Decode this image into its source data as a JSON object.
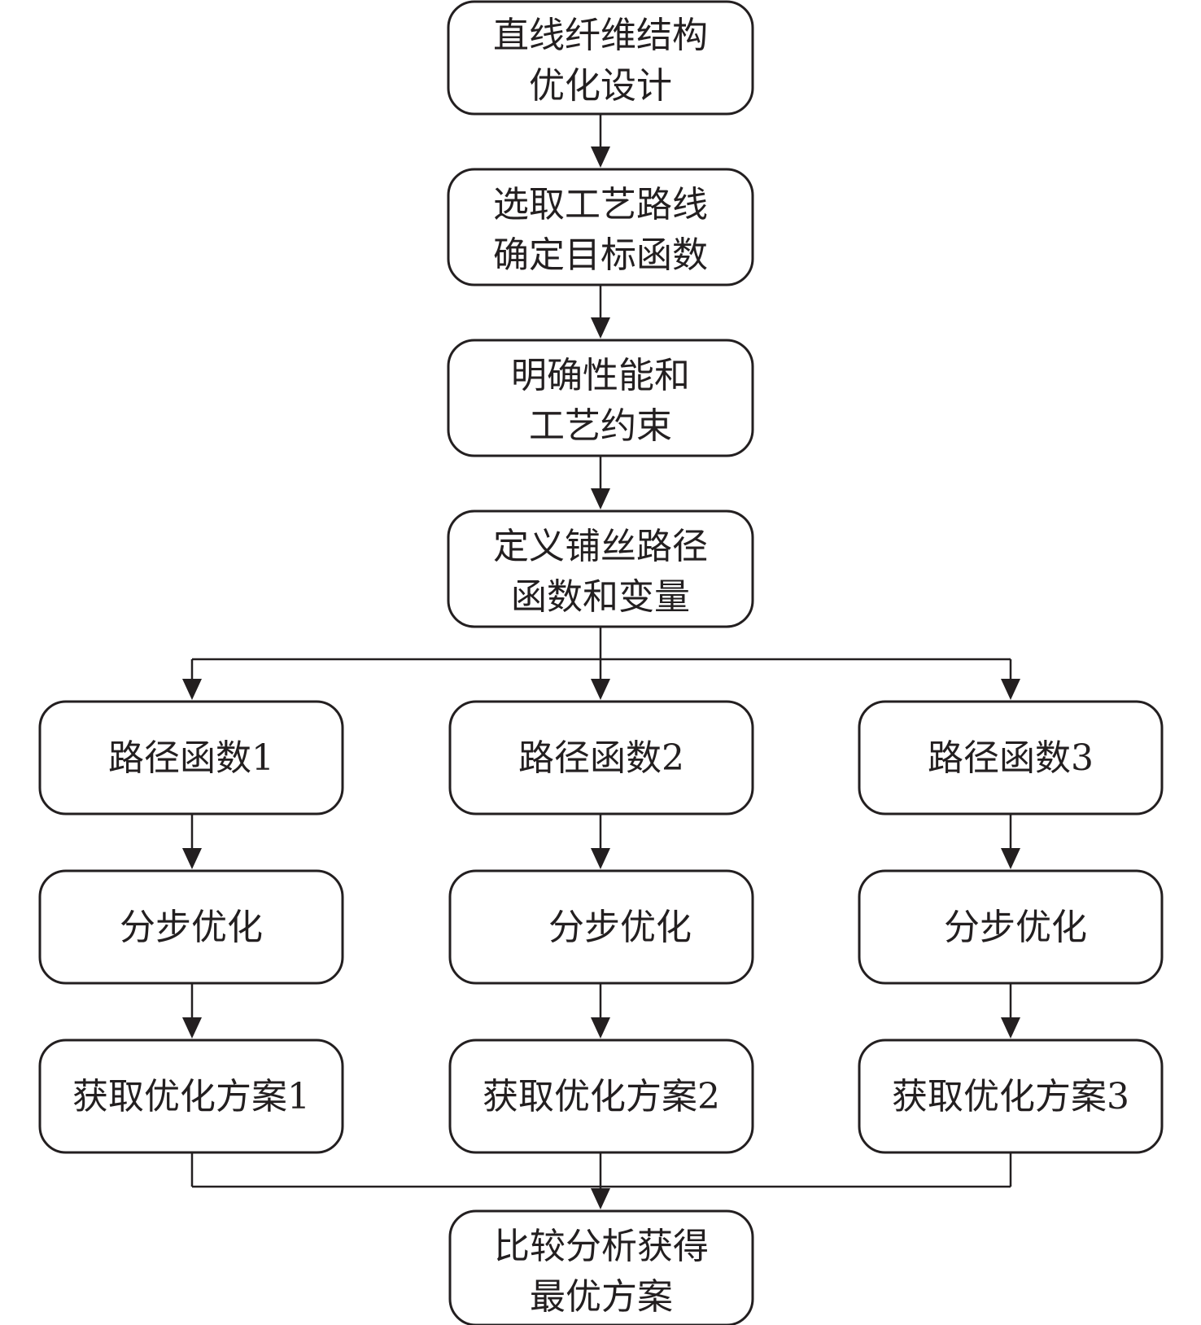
{
  "nodes": {
    "n1": [
      "直线纤维结构",
      "优化设计"
    ],
    "n2": [
      "选取工艺路线",
      "确定目标函数"
    ],
    "n3": [
      "明确性能和",
      "工艺约束"
    ],
    "n4": [
      "定义铺丝路径",
      "函数和变量"
    ],
    "p1": [
      "路径函数1"
    ],
    "p2": [
      "路径函数2"
    ],
    "p3": [
      "路径函数3"
    ],
    "s1": [
      "分步优化"
    ],
    "s2": [
      "分步优化"
    ],
    "s3": [
      "分步优化"
    ],
    "o1": [
      "获取优化方案1"
    ],
    "o2": [
      "获取优化方案2"
    ],
    "o3": [
      "获取优化方案3"
    ],
    "f": [
      "比较分析获得",
      "最优方案"
    ]
  }
}
